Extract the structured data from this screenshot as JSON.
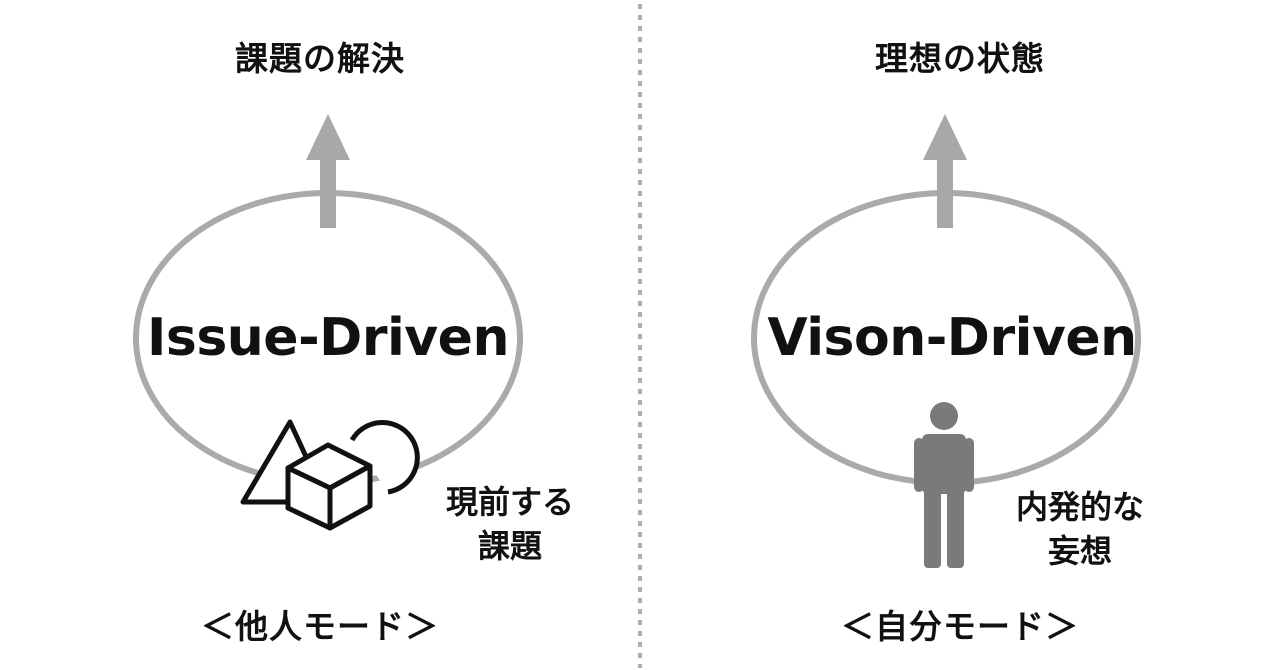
{
  "left": {
    "goal": "課題の解決",
    "ellipse_label": "Issue-Driven",
    "source_line1": "現前する",
    "source_line2": "課題",
    "mode": "＜他人モード＞",
    "source_icon": "shapes-icon"
  },
  "right": {
    "goal": "理想の状態",
    "ellipse_label": "Vison-Driven",
    "source_line1": "内発的な",
    "source_line2": "妄想",
    "mode": "＜自分モード＞",
    "source_icon": "person-icon"
  },
  "colors": {
    "ellipse_stroke": "#aaaaaa",
    "arrow": "#a8a8a8",
    "person": "#7a7a7a",
    "divider": "#b0b0b0",
    "text": "#111111"
  }
}
